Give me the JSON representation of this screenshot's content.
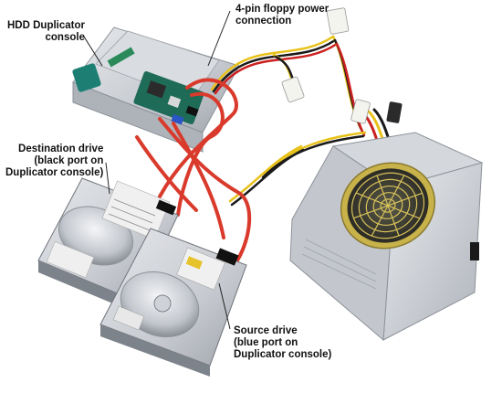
{
  "labels": {
    "console": "HDD Duplicator\nconsole",
    "floppy": "4-pin floppy power\nconnection",
    "destination": "Destination drive\n(black port on\nDuplicator console)",
    "source": "Source drive\n(blue port on\nDuplicator console)"
  },
  "colors": {
    "sata_cable": "#d93a2b",
    "wire_yellow": "#e8c21a",
    "wire_black": "#1a1a1a",
    "wire_red": "#cc2020",
    "metal": "#c9ccd1",
    "pcb": "#1b6b5e",
    "fan_grill": "#b59a2a",
    "leader_line": "#222222"
  }
}
